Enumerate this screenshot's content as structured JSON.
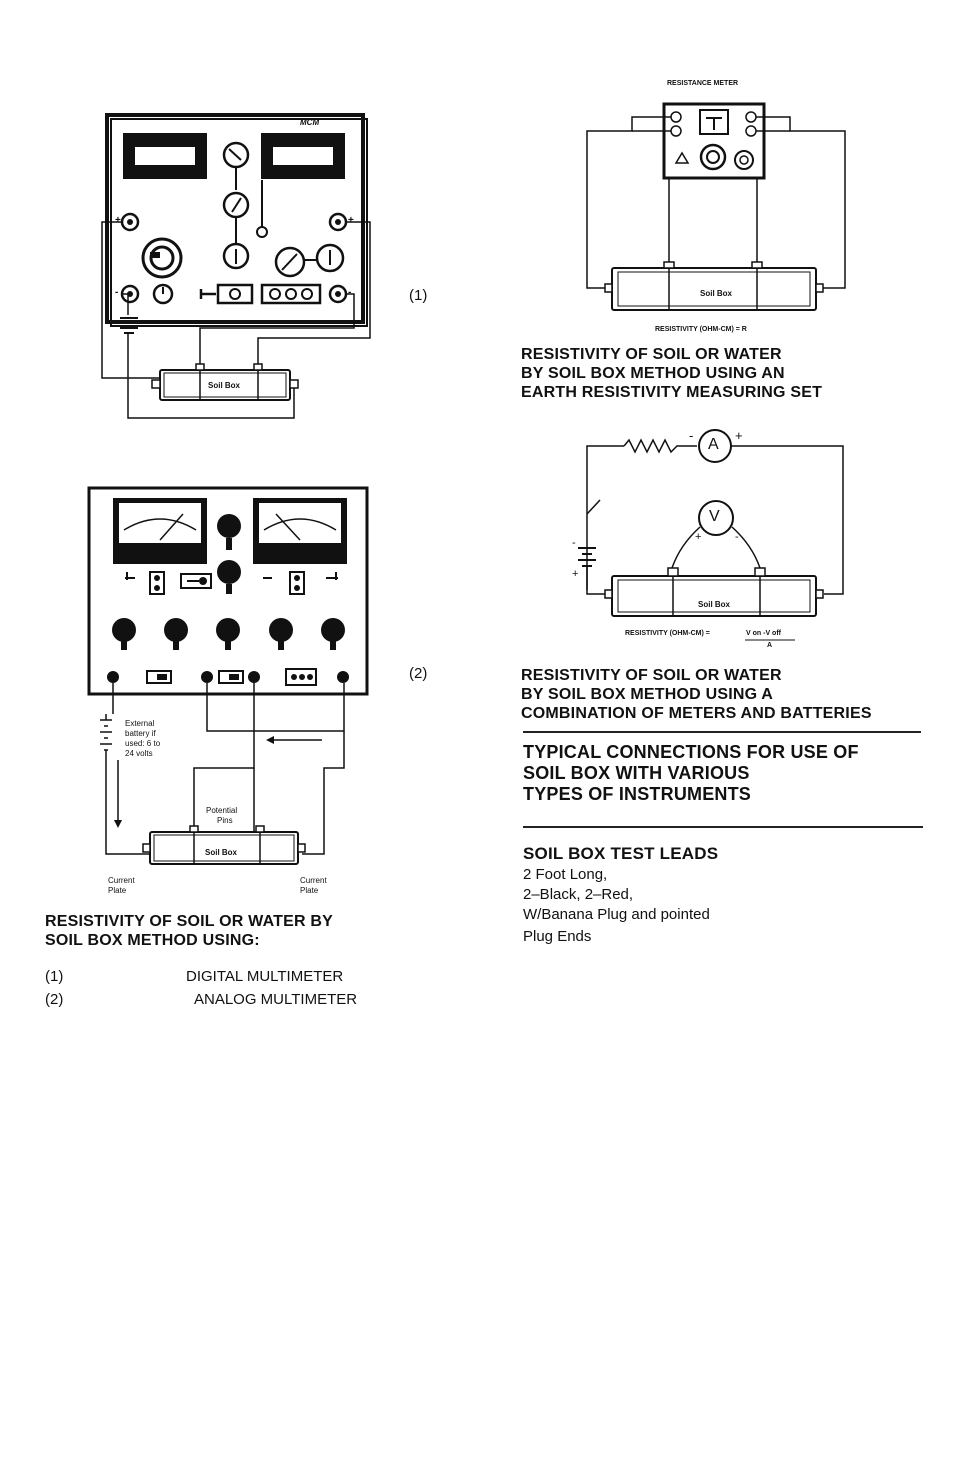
{
  "fig1": {
    "brand": "MCM",
    "soil_box": "Soil Box",
    "number": "(1)"
  },
  "fig2": {
    "number": "(2)",
    "battery_text": [
      "External",
      "battery if",
      "used: 6 to",
      "24 volts"
    ],
    "potential_pins": [
      "Potential",
      "Pins"
    ],
    "soil_box": "Soil Box",
    "current_plate_left": [
      "Current",
      "Plate"
    ],
    "current_plate_right": [
      "Current",
      "Plate"
    ]
  },
  "caption_left": {
    "lines": [
      "RESISTIVITY OF SOIL OR WATER BY",
      "SOIL BOX METHOD USING:"
    ],
    "items": [
      {
        "num": "(1)",
        "label": "DIGITAL MULTIMETER"
      },
      {
        "num": "(2)",
        "label": "ANALOG MULTIMETER"
      }
    ]
  },
  "fig3": {
    "title": "RESISTANCE METER",
    "soil_box": "Soil Box",
    "formula": "RESISTIVITY (OHM-CM) = R",
    "caption": [
      "RESISTIVITY OF SOIL OR WATER",
      "BY SOIL BOX METHOD USING AN",
      "EARTH RESISTIVITY MEASURING SET"
    ]
  },
  "fig4": {
    "ammeter": "A",
    "voltmeter": "V",
    "soil_box": "Soil Box",
    "formula": "RESISTIVITY (OHM-CM) =",
    "formula_num": "V on -V off",
    "formula_den": "A",
    "caption": [
      "RESISTIVITY OF SOIL OR WATER",
      "BY SOIL BOX METHOD USING A",
      "COMBINATION OF METERS AND BATTERIES"
    ]
  },
  "typical": [
    "TYPICAL CONNECTIONS FOR USE OF",
    "SOIL BOX WITH VARIOUS",
    "TYPES OF INSTRUMENTS"
  ],
  "leads": {
    "title": "SOIL BOX TEST LEADS",
    "lines": [
      "2 Foot Long,",
      "2–Black, 2–Red,",
      "W/Banana Plug and pointed",
      "Plug Ends"
    ]
  }
}
